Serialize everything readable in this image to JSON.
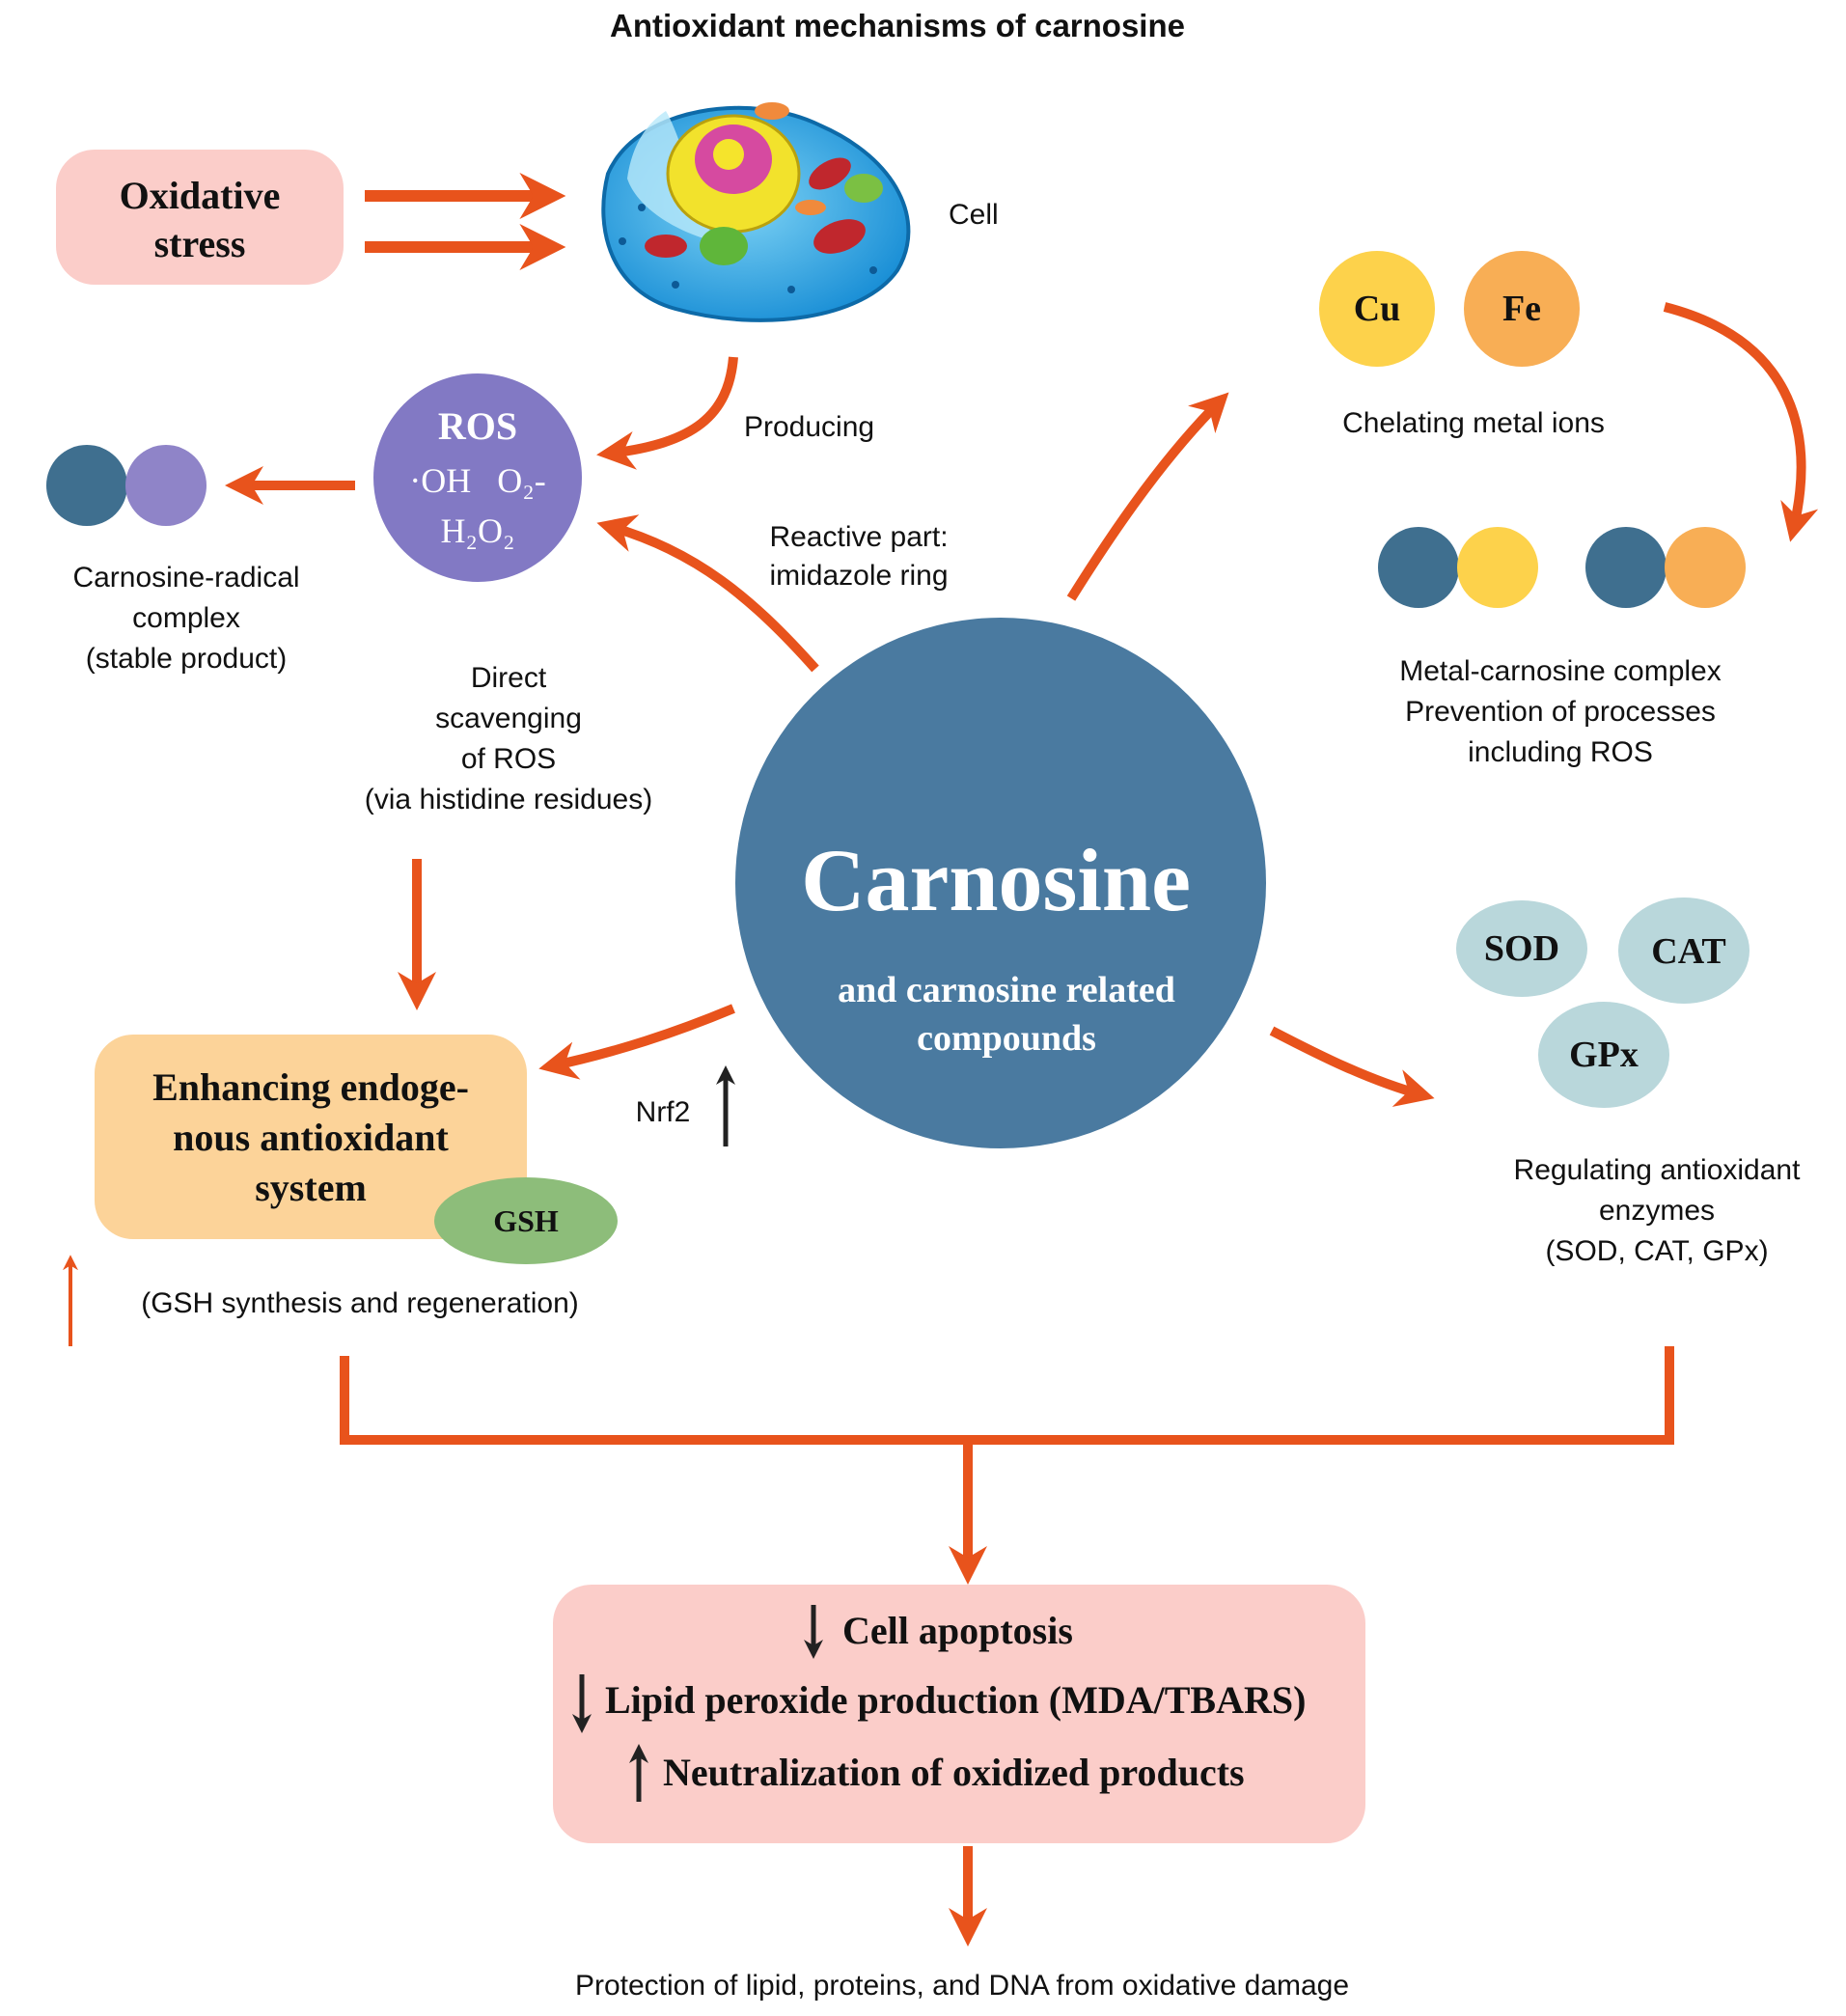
{
  "title": "Antioxidant mechanisms of carnosine",
  "oxidative_stress": {
    "line1": "Oxidative",
    "line2": "stress"
  },
  "cell_label": "Cell",
  "producing_label": "Producing",
  "ros": {
    "title": "ROS",
    "line1": "·OH   O₂-",
    "line2": "H₂O₂"
  },
  "carnosine_radical": {
    "line1": "Carnosine-radical",
    "line2": "complex",
    "line3": "(stable product)"
  },
  "reactive_part": {
    "line1": "Reactive part:",
    "line2": "imidazole ring"
  },
  "direct_scavenging": {
    "line1": "Direct",
    "line2": "scavenging",
    "line3": "of ROS",
    "line4": "(via histidine residues)"
  },
  "carnosine": {
    "title": "Carnosine",
    "sub1": "and carnosine related",
    "sub2": "compounds"
  },
  "metals": {
    "cu": "Cu",
    "fe": "Fe",
    "label": "Chelating metal ions"
  },
  "metal_complex": {
    "line1": "Metal-carnosine complex",
    "line2": "Prevention of processes",
    "line3": "including ROS"
  },
  "enzymes": {
    "sod": "SOD",
    "cat": "CAT",
    "gpx": "GPx"
  },
  "regulating": {
    "line1": "Regulating antioxidant",
    "line2": "enzymes",
    "line3": "(SOD, CAT, GPx)"
  },
  "endogenous": {
    "line1": "Enhancing endoge-",
    "line2": "nous antioxidant",
    "line3": "system",
    "gsh": "GSH"
  },
  "nrf2_label": "Nrf2",
  "gsh_synthesis": "(GSH synthesis and regeneration)",
  "outcomes": {
    "line1": "Cell apoptosis",
    "line2": "Lipid peroxide production (MDA/TBARS)",
    "line3": "Neutralization of oxidized products"
  },
  "protection": "Protection of lipid, proteins, and DNA from oxidative damage",
  "colors": {
    "arrow": "#e8531c",
    "carnosine": "#4a7aa0",
    "ros": "#8279c4",
    "pink": "#fbcdc9",
    "orange_box": "#fcd399",
    "gsh": "#8dbd7a",
    "enzyme": "#b9d7db",
    "cu": "#fdd24b",
    "fe": "#f8ae55",
    "dark_ball": "#3f6f8f",
    "purple_ball": "#8f84c8"
  }
}
